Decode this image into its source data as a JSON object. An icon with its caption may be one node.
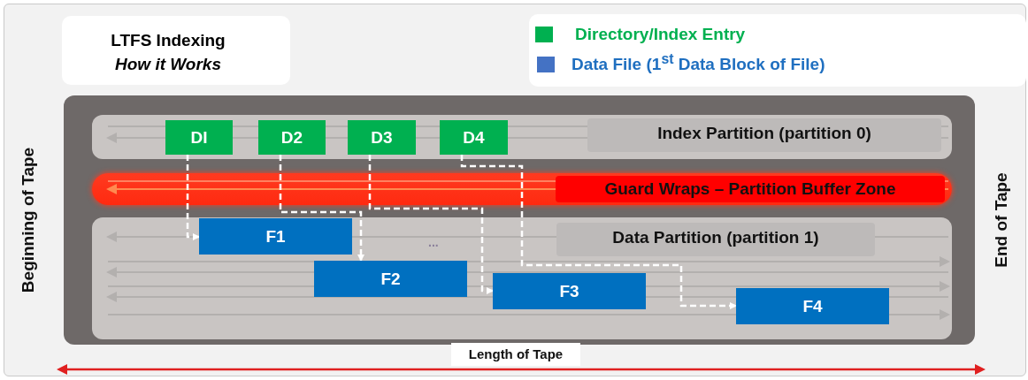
{
  "diagram": {
    "nodes": [
      {
        "text": [
          "LTFS Indexing",
          "How it Works"
        ]
      },
      {
        "text": [],
        "shape": "box"
      },
      {
        "text": [
          "Index Partition (partition 0)"
        ],
        "in": 1
      },
      {
        "text": [
          "Guard Wraps – Partition Buffer Zone"
        ],
        "in": 1
      },
      {
        "text": [
          "Data Partition (partition 1)"
        ],
        "in": 1
      },
      {
        "text": [
          "DI"
        ],
        "in": 2
      },
      {
        "text": [
          "D2"
        ],
        "in": 2
      },
      {
        "text": [
          "D3"
        ],
        "in": 2
      },
      {
        "text": [
          "D4"
        ],
        "in": 2
      },
      {
        "text": [
          "F1"
        ],
        "in": 4
      },
      {
        "text": [
          "F2"
        ],
        "in": 4
      },
      {
        "text": [
          "F3"
        ],
        "in": 4
      },
      {
        "text": [
          "F4"
        ],
        "in": 4
      }
    ],
    "edges": [
      {
        "from": 5,
        "to": 9,
        "arrow": "to",
        "style": "dashed"
      },
      {
        "from": 6,
        "to": 10,
        "arrow": "to",
        "style": "dashed"
      },
      {
        "from": 7,
        "to": 11,
        "arrow": "to",
        "style": "dashed"
      },
      {
        "from": 8,
        "to": 12,
        "arrow": "to",
        "style": "dashed"
      }
    ],
    "labels": [
      "Beginning of Tape",
      "...",
      "End of Tape",
      "Length of Tape"
    ],
    "legend": [
      {
        "text": "Directory/Index Entry",
        "color": "#00b050"
      },
      {
        "text": "Data File (1$^{st}$ Data Block of File)",
        "color": "#4472c4"
      }
    ]
  }
}
